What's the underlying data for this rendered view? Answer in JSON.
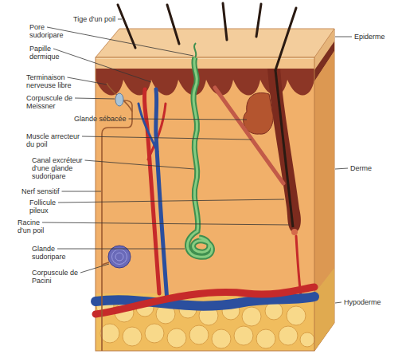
{
  "diagram": {
    "labels": [
      "Tige d'un poil",
      "Pore sudoripare",
      "Papille dermique",
      "Terminaison nerveuse libre",
      "Corpuscule de Meissner",
      "Glande sébacée",
      "Muscle arrecteur du poil",
      "Canal excréteur d'une glande sudoripare",
      "Nerf sensitif",
      "Follicule pileux",
      "Racine d'un poil",
      "Glande sudoripare",
      "Corpuscule de Pacini",
      "Epiderme",
      "Derme",
      "Hypoderme"
    ]
  }
}
